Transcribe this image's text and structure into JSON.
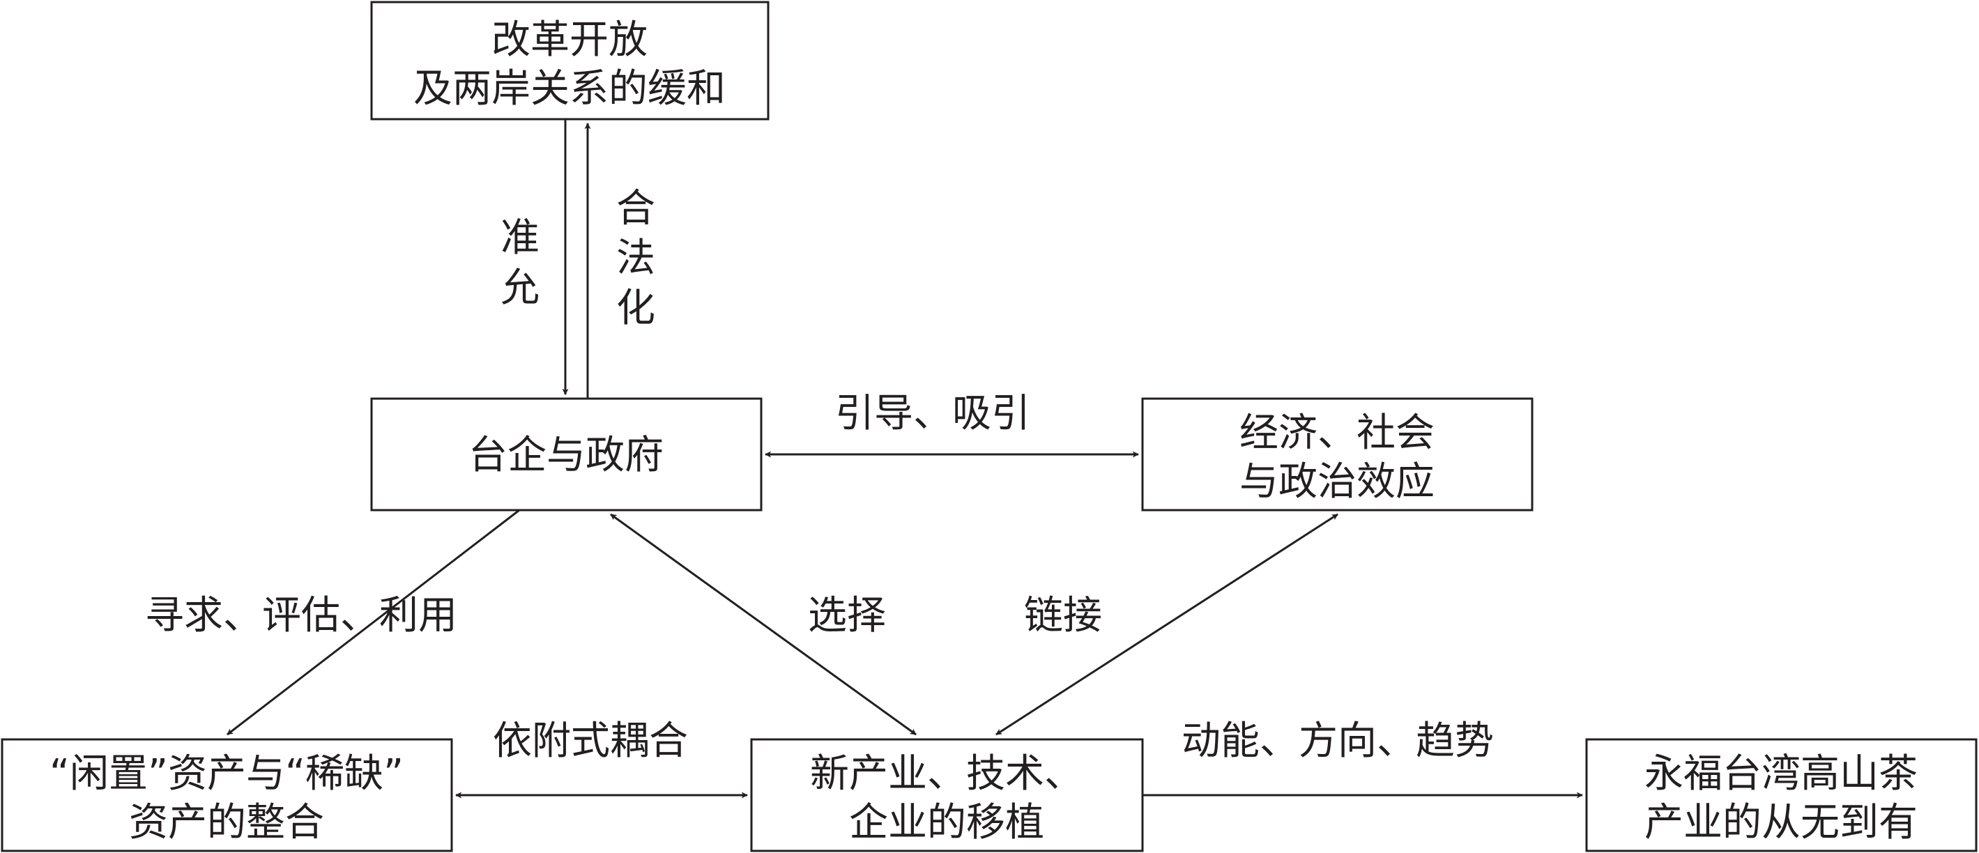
{
  "nodes": {
    "reform": {
      "lines": [
        "改革开放",
        "及两岸关系的缓和"
      ]
    },
    "gov": {
      "lines": [
        "台企与政府"
      ]
    },
    "effects": {
      "lines": [
        "经济、社会",
        "与政治效应"
      ]
    },
    "assets": {
      "lines": [
        "“闲置”资产与“稀缺”",
        "资产的整合"
      ]
    },
    "transplant": {
      "lines": [
        "新产业、技术、",
        "企业的移植"
      ]
    },
    "tea": {
      "lines": [
        "永福台湾高山茶",
        "产业的从无到有"
      ]
    }
  },
  "edges": {
    "permit": {
      "chars": [
        "准",
        "允"
      ]
    },
    "legalize": {
      "chars": [
        "合",
        "法",
        "化"
      ]
    },
    "guide": "引导、吸引",
    "seek": "寻求、评估、利用",
    "select": "选择",
    "link": "链接",
    "coupling": "依附式耦合",
    "momentum": "动能、方向、趋势"
  },
  "colors": {
    "ink": "#231f20",
    "background": "#ffffff"
  }
}
